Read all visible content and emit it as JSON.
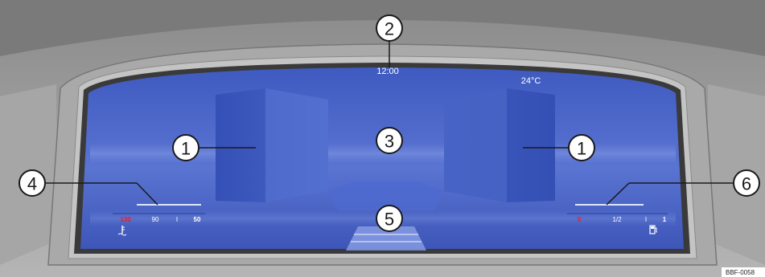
{
  "display": {
    "clock": "12:00",
    "outside_temp": "24°C"
  },
  "coolant_gauge": {
    "ticks": [
      "130",
      "90",
      "I",
      "50"
    ],
    "hot_color": "#e8202a",
    "icon": "coolant-temperature-icon"
  },
  "fuel_gauge": {
    "ticks": [
      "0",
      "1/2",
      "I",
      "1"
    ],
    "empty_color": "#e8202a",
    "icon": "fuel-pump-icon"
  },
  "callouts": [
    {
      "number": "1"
    },
    {
      "number": "1"
    },
    {
      "number": "2"
    },
    {
      "number": "3"
    },
    {
      "number": "4"
    },
    {
      "number": "5"
    },
    {
      "number": "6"
    }
  ],
  "reference_code": "BBF-0058",
  "colors": {
    "screen_blue": "#4a64c8",
    "bezel_grey": "#9a9a9a",
    "callout_fill": "#ffffff"
  }
}
